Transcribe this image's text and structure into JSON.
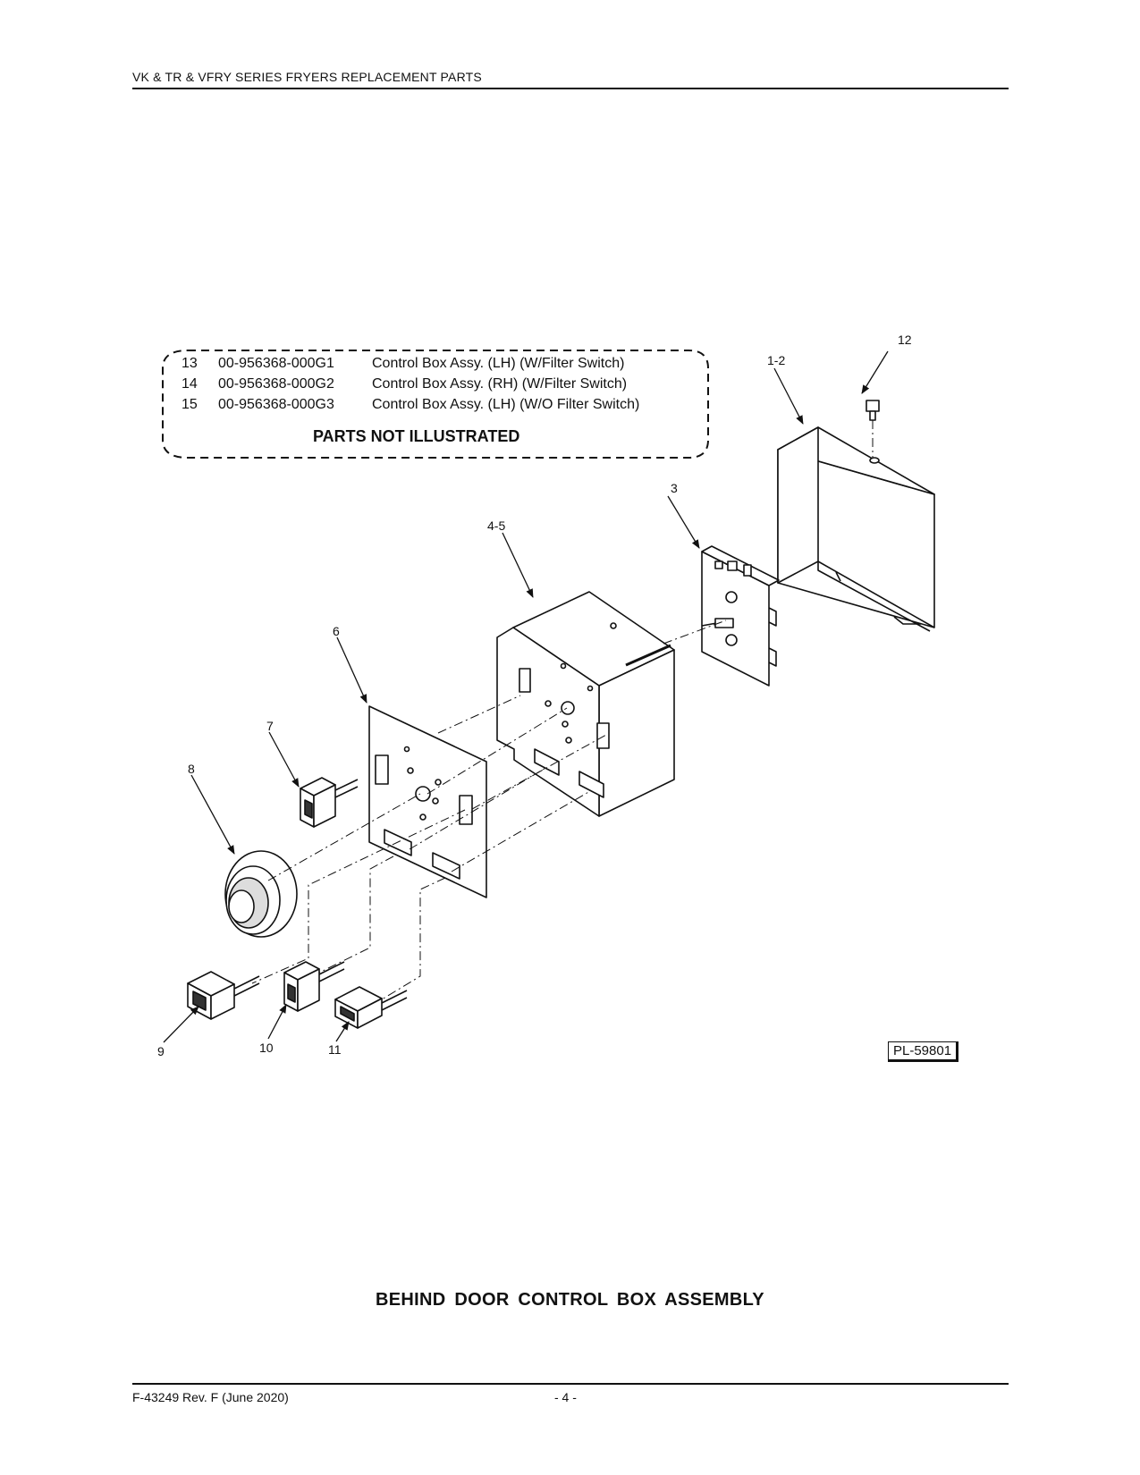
{
  "header": {
    "title": "VK & TR & VFRY SERIES FRYERS REPLACEMENT PARTS"
  },
  "parts_not_illustrated": {
    "title": "PARTS NOT ILLUSTRATED",
    "rows": [
      {
        "num": "13",
        "part": "00-956368-000G1",
        "desc": "Control Box Assy. (LH) (W/Filter Switch)"
      },
      {
        "num": "14",
        "part": "00-956368-000G2",
        "desc": "Control Box Assy. (RH) (W/Filter Switch)"
      },
      {
        "num": "15",
        "part": "00-956368-000G3",
        "desc": "Control Box Assy. (LH) (W/O Filter Switch)"
      }
    ]
  },
  "callouts": {
    "c12": "12",
    "c1_2": "1-2",
    "c3": "3",
    "c4_5": "4-5",
    "c6": "6",
    "c7": "7",
    "c8": "8",
    "c9": "9",
    "c10": "10",
    "c11": "11"
  },
  "plate_id": "PL-59801",
  "caption": "BEHIND  DOOR  CONTROL  BOX ASSEMBLY",
  "footer": {
    "doc": "F-43249 Rev. F (June 2020)",
    "page": "- 4 -"
  }
}
